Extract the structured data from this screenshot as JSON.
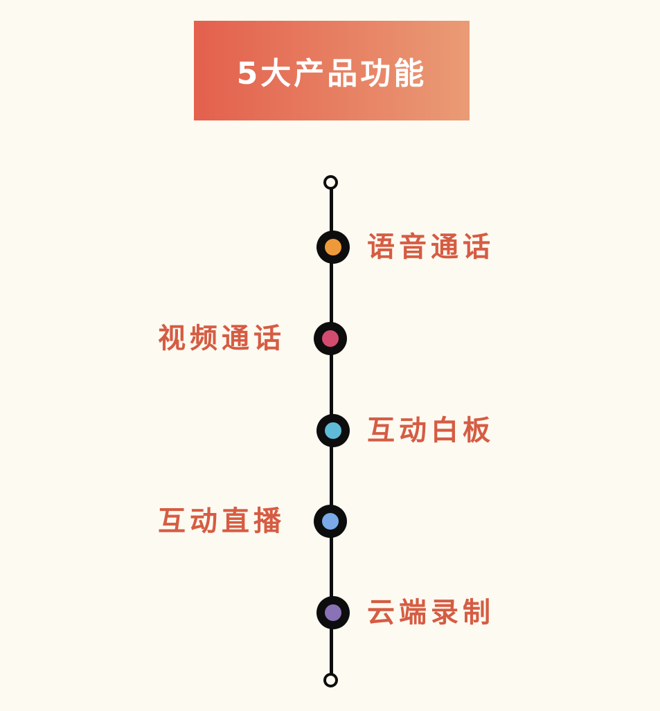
{
  "title": "5大产品功能",
  "features": [
    {
      "label": "语音通话",
      "side": "right",
      "color": "#ef9a3a"
    },
    {
      "label": "视频通话",
      "side": "left",
      "color": "#d34c70"
    },
    {
      "label": "互动白板",
      "side": "right",
      "color": "#5fbcd8"
    },
    {
      "label": "互动直播",
      "side": "left",
      "color": "#7ba9e8"
    },
    {
      "label": "云端录制",
      "side": "right",
      "color": "#8a72b6"
    }
  ]
}
